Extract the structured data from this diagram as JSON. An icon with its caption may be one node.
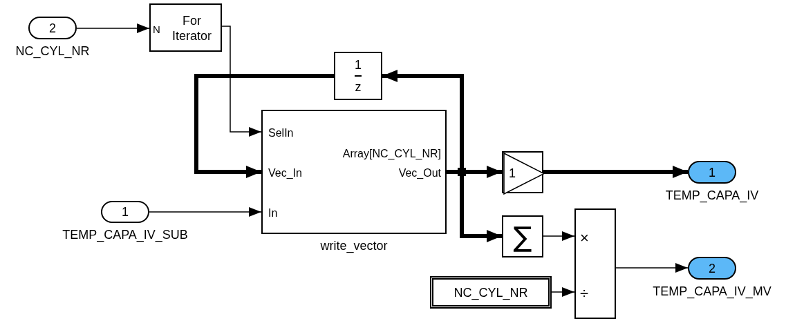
{
  "diagram": {
    "nodes": [
      {
        "text": [
          "2"
        ],
        "beside": [
          "NC_CYL_NR"
        ]
      },
      {
        "text": [
          "N",
          "For Iterator"
        ]
      },
      {
        "text": [
          "1",
          "z"
        ]
      },
      {
        "text": [
          "SelIn",
          "Array[NC_CYL_NR]",
          "Vec_In",
          "Vec_Out",
          "In"
        ],
        "beside": [
          "write_vector"
        ]
      },
      {
        "text": [
          "1"
        ],
        "beside": [
          "TEMP_CAPA_IV_SUB"
        ]
      },
      {
        "text": [
          "1"
        ]
      },
      {
        "text": [
          "1"
        ],
        "beside": [
          "TEMP_CAPA_IV"
        ]
      },
      {
        "text": [
          "∑"
        ]
      },
      {
        "text": [
          "NC_CYL_NR"
        ]
      },
      {
        "text": [
          "×",
          "÷"
        ]
      },
      {
        "text": [
          "2"
        ],
        "beside": [
          "TEMP_CAPA_IV_MV"
        ]
      }
    ],
    "edges": [
      {
        "from": 0,
        "to": 1,
        "arrow": "to"
      },
      {
        "from": 1,
        "to": 3,
        "arrow": "to"
      },
      {
        "from": 4,
        "to": 3,
        "arrow": "to"
      },
      {
        "from": 2,
        "to": 3,
        "arrow": "to",
        "style": "thick"
      },
      {
        "from": 3,
        "to": 5,
        "arrow": "to",
        "style": "thick"
      },
      {
        "from": 3,
        "to": 2,
        "arrow": "to",
        "style": "thick"
      },
      {
        "from": 3,
        "to": 7,
        "arrow": "to",
        "style": "thick"
      },
      {
        "from": 5,
        "to": 6,
        "arrow": "to",
        "style": "thick"
      },
      {
        "from": 7,
        "to": 9,
        "arrow": "to"
      },
      {
        "from": 8,
        "to": 9,
        "arrow": "to"
      },
      {
        "from": 9,
        "to": 10,
        "arrow": "to"
      }
    ]
  }
}
